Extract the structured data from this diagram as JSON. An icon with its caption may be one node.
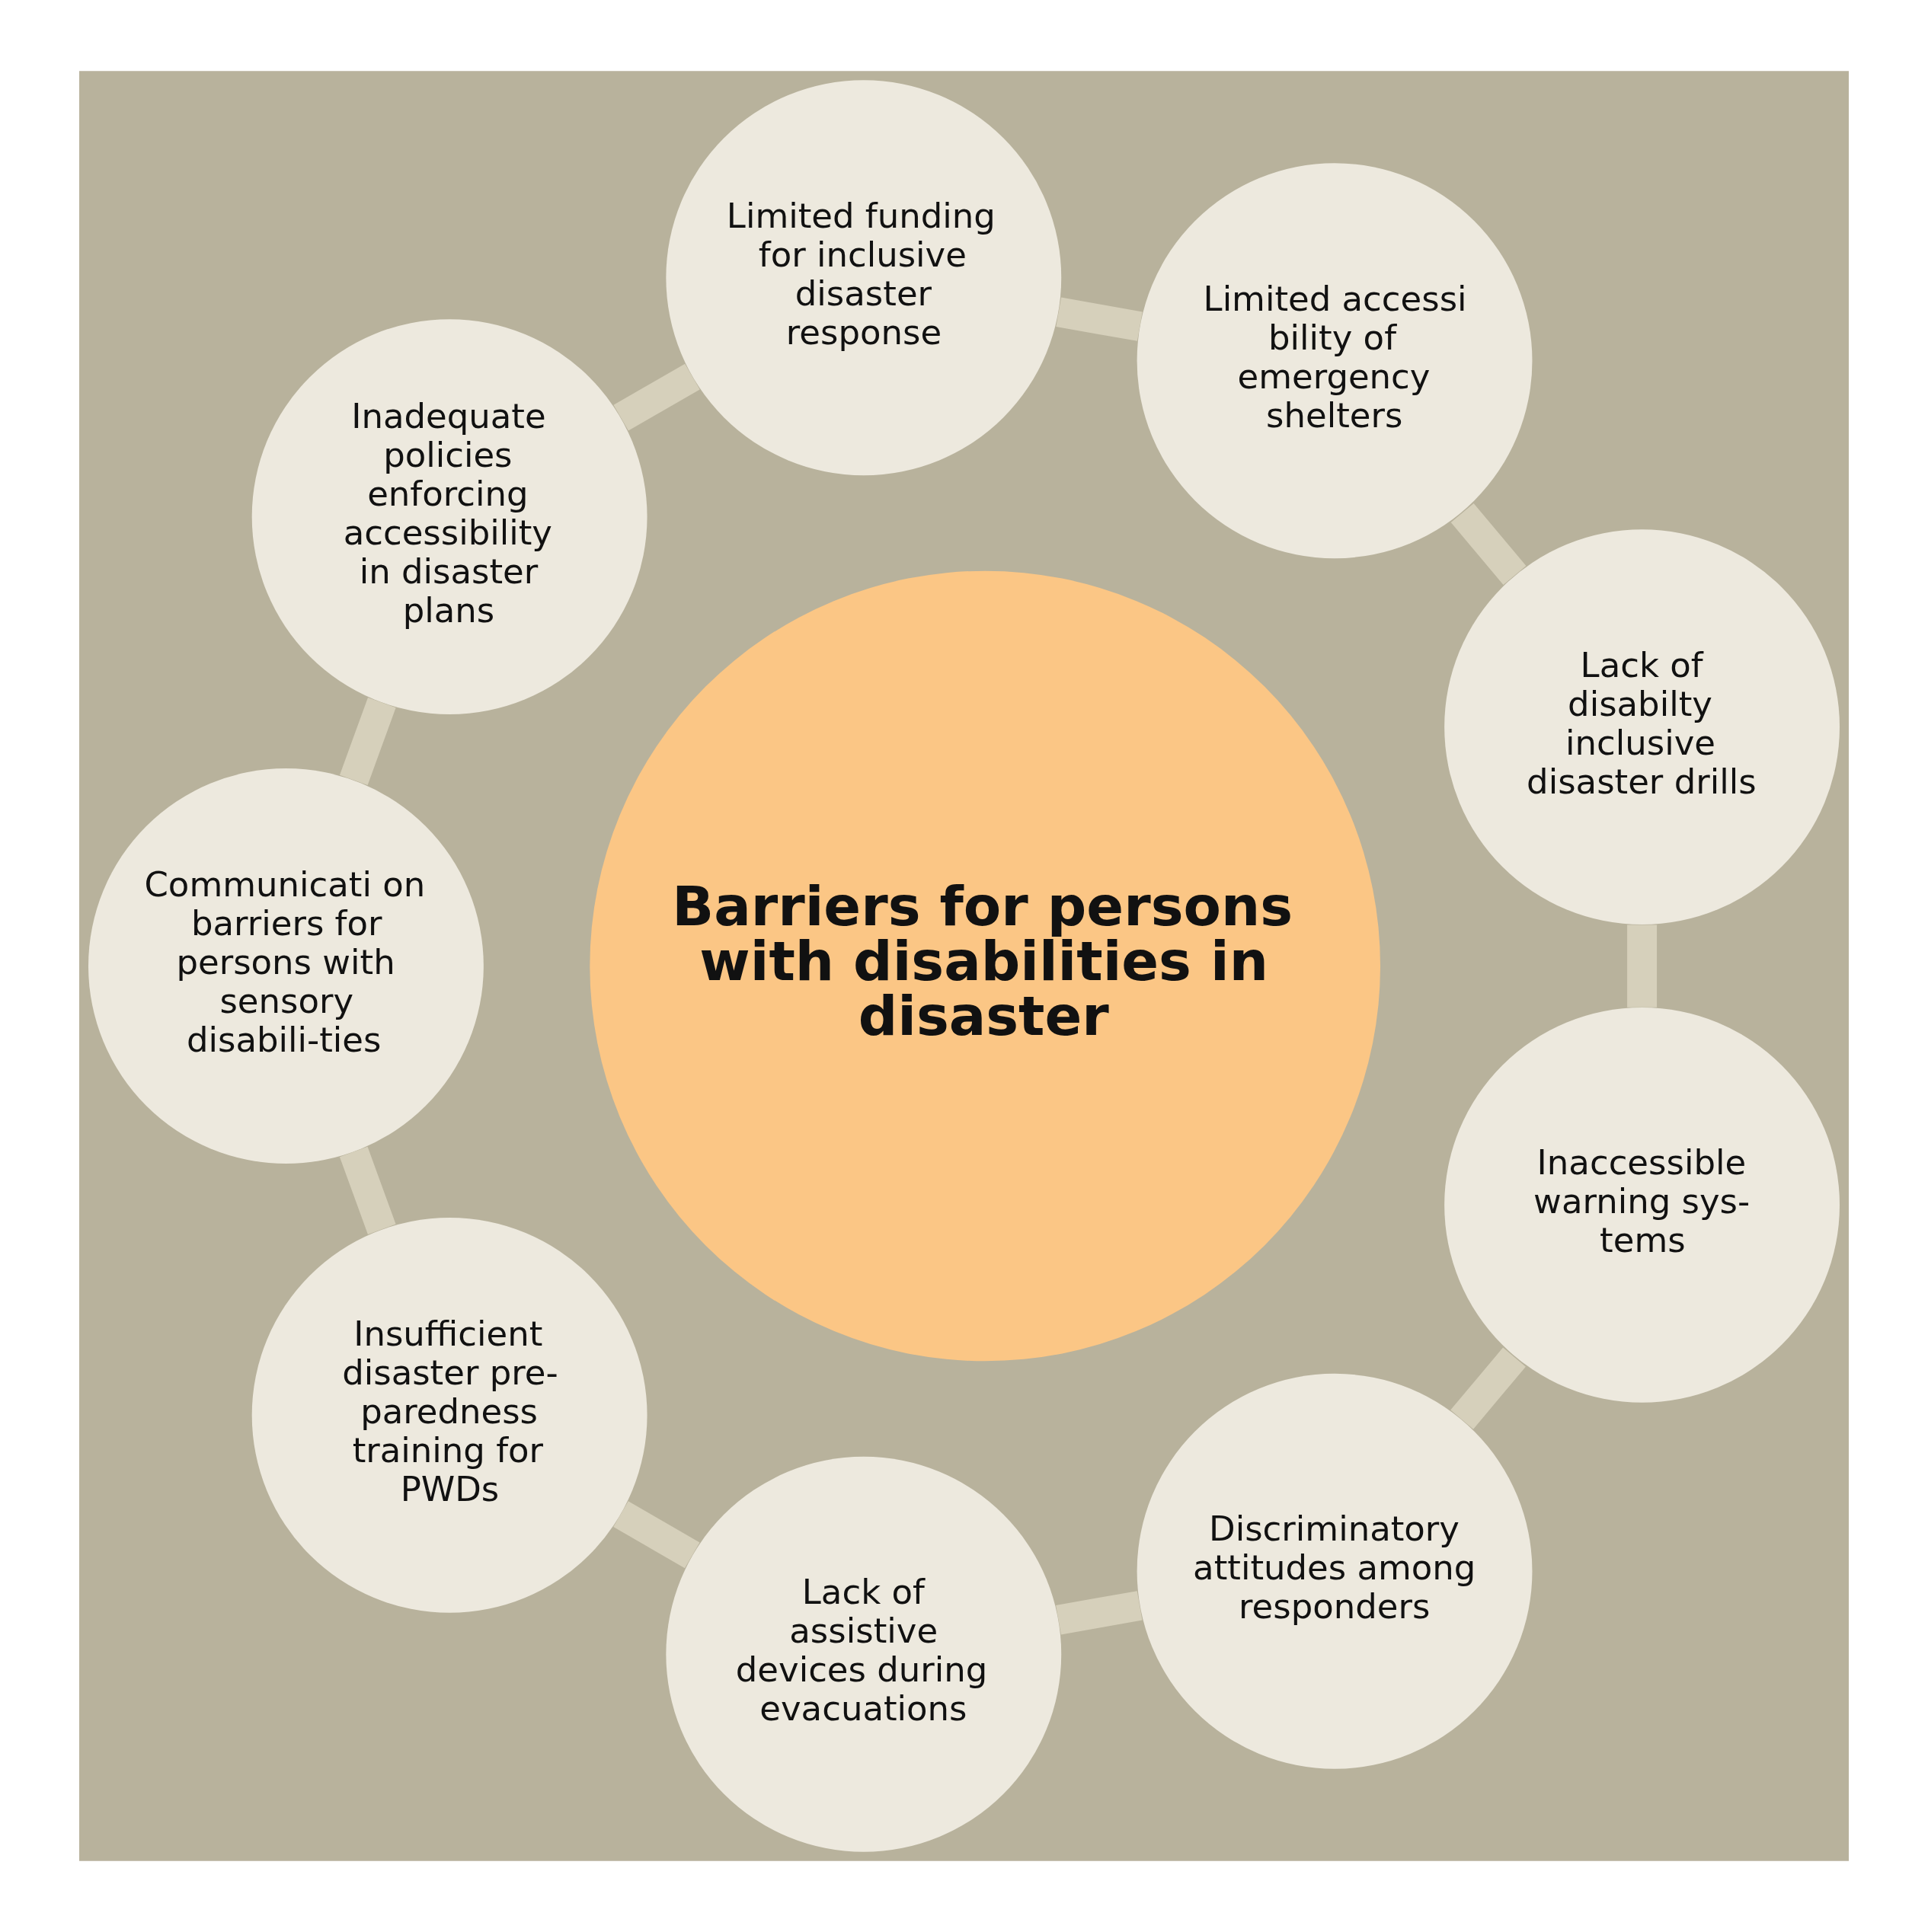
{
  "diagram": {
    "nodes": [
      {
        "text": [
          "Barriers for persons with disabilities in disaster"
        ]
      },
      {
        "text": [
          "Limited funding for inclusive disaster response"
        ]
      },
      {
        "text": [
          "Limited accessi bility of emergency shelters"
        ]
      },
      {
        "text": [
          "Lack of disabilty inclusive disaster drills"
        ]
      },
      {
        "text": [
          "Inaccessible warning sys- tems"
        ]
      },
      {
        "text": [
          "Discriminatory attitudes among responders"
        ]
      },
      {
        "text": [
          "Lack of assistive devices during evacuations"
        ]
      },
      {
        "text": [
          "Insufficient disaster pre- paredness training for PWDs"
        ]
      },
      {
        "text": [
          "Communicati on barriers for persons with sensory disabili-ties"
        ]
      },
      {
        "text": [
          "Inadequate policies enforcing accessibility in disaster plans"
        ]
      }
    ],
    "edges": [
      {
        "from": 1,
        "to": 2,
        "arrow": "none"
      },
      {
        "from": 2,
        "to": 3,
        "arrow": "none"
      },
      {
        "from": 3,
        "to": 4,
        "arrow": "none"
      },
      {
        "from": 4,
        "to": 5,
        "arrow": "none"
      },
      {
        "from": 5,
        "to": 6,
        "arrow": "none"
      },
      {
        "from": 6,
        "to": 7,
        "arrow": "none"
      },
      {
        "from": 7,
        "to": 8,
        "arrow": "none"
      },
      {
        "from": 8,
        "to": 9,
        "arrow": "none"
      },
      {
        "from": 9,
        "to": 1,
        "arrow": "none"
      }
    ]
  }
}
